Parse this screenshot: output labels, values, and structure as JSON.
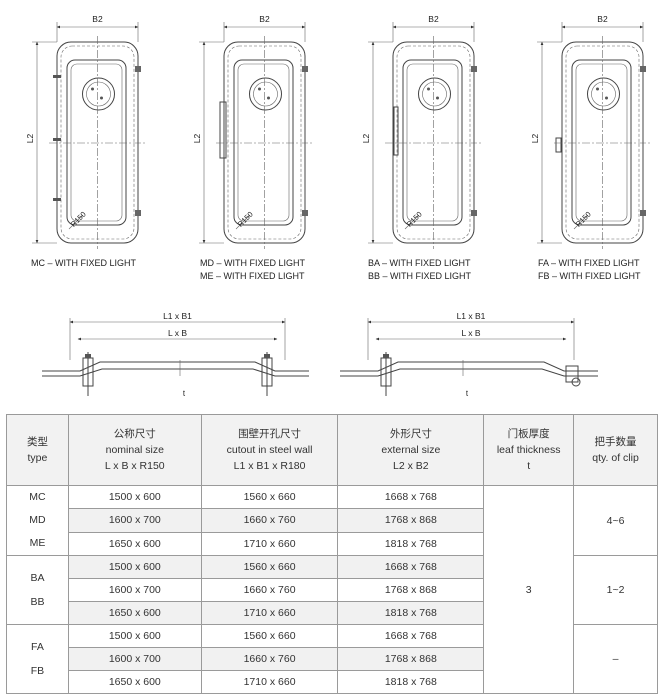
{
  "drawings": {
    "dim_width": "B2",
    "dim_height": "L2",
    "radius": "R150",
    "doors": [
      {
        "caption": [
          "MC – WITH FIXED LIGHT"
        ]
      },
      {
        "caption": [
          "MD – WITH FIXED LIGHT",
          "ME – WITH FIXED LIGHT"
        ]
      },
      {
        "caption": [
          "BA – WITH FIXED LIGHT",
          "BB – WITH FIXED LIGHT"
        ]
      },
      {
        "caption": [
          "FA – WITH FIXED LIGHT",
          "FB – WITH FIXED LIGHT"
        ]
      }
    ],
    "sections": [
      {
        "outer": "L1 x B1",
        "inner": "L x B",
        "thickness": "t"
      },
      {
        "outer": "L1 x B1",
        "inner": "L x B",
        "thickness": "t"
      }
    ]
  },
  "table": {
    "headers": [
      [
        "类型",
        "type"
      ],
      [
        "公称尺寸",
        "nominal size",
        "L x B x R150"
      ],
      [
        "围壁开孔尺寸",
        "cutout in steel wall",
        "L1 x B1 x R180"
      ],
      [
        "外形尺寸",
        "external size",
        "L2 x B2"
      ],
      [
        "门板厚度",
        "leaf thickness",
        "t"
      ],
      [
        "把手数量",
        "qty. of clip"
      ]
    ],
    "groups": [
      {
        "types": [
          "MC",
          "MD",
          "ME"
        ],
        "clips": "4~6",
        "rows": [
          [
            "1500 x 600",
            "1560 x 660",
            "1668 x 768"
          ],
          [
            "1600 x 700",
            "1660 x 760",
            "1768 x 868"
          ],
          [
            "1650 x 600",
            "1710 x 660",
            "1818 x 768"
          ]
        ]
      },
      {
        "types": [
          "BA",
          "BB"
        ],
        "clips": "1~2",
        "rows": [
          [
            "1500 x 600",
            "1560 x 660",
            "1668 x 768"
          ],
          [
            "1600 x 700",
            "1660 x 760",
            "1768 x 868"
          ],
          [
            "1650 x 600",
            "1710 x 660",
            "1818 x 768"
          ]
        ]
      },
      {
        "types": [
          "FA",
          "FB"
        ],
        "clips": "–",
        "rows": [
          [
            "1500 x 600",
            "1560 x 660",
            "1668 x 768"
          ],
          [
            "1600 x 700",
            "1660 x 760",
            "1768 x 868"
          ],
          [
            "1650 x 600",
            "1710 x 660",
            "1818 x 768"
          ]
        ]
      }
    ],
    "thickness": "3"
  }
}
